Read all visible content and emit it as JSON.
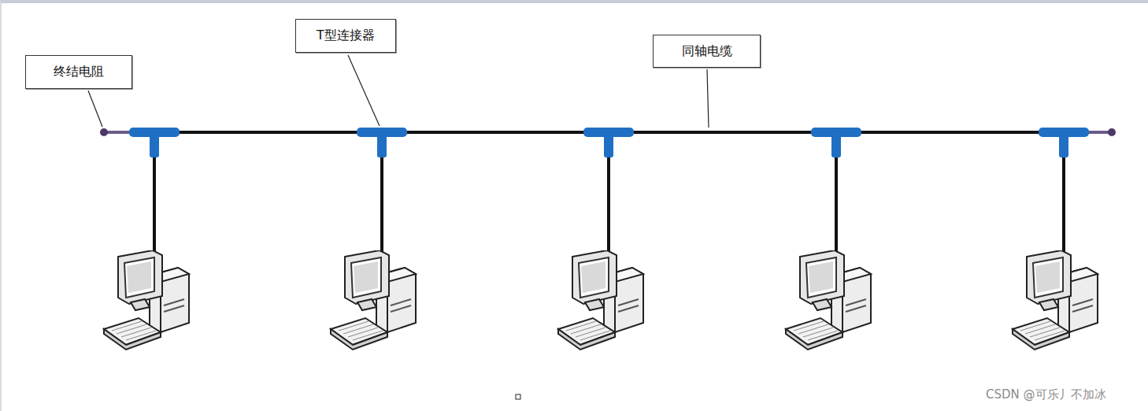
{
  "diagram": {
    "nodes": [
      {
        "text": [
          "终结电阻"
        ]
      },
      {
        "text": [
          "T型连接器"
        ]
      },
      {
        "text": [
          "同轴电缆"
        ]
      }
    ],
    "labels": [
      "CSDN @可乐丿不加冰"
    ]
  }
}
